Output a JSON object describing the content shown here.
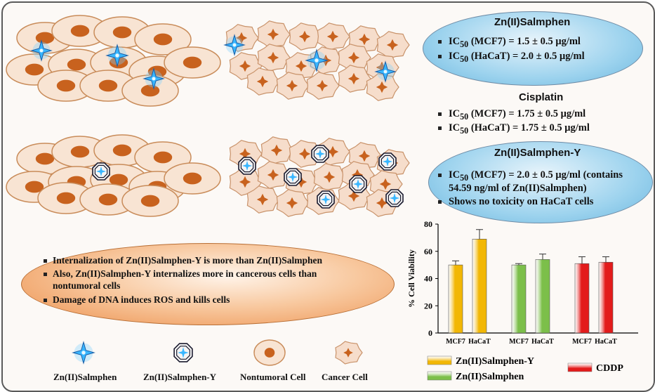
{
  "zn": {
    "title": "Zn(II)Salmphen",
    "l1": "IC50 (MCF7)   = 1.5 ± 0.5 μg/ml",
    "l1_a": "IC",
    "l1_sub": "50",
    "l1_b": " (MCF7)    =  1.5 ± 0.5 μg/ml",
    "l2_a": "IC",
    "l2_sub": "50",
    "l2_b": " (HaCaT)  =  2.0 ± 0.5 μg/ml"
  },
  "cis": {
    "title": "Cisplatin",
    "l1_a": "IC",
    "l1_sub": "50",
    "l1_b": " (MCF7)    =   1.75 ± 0.5 μg/ml",
    "l2_a": "IC",
    "l2_sub": "50",
    "l2_b": " (HaCaT)   =   1.75 ± 0.5 μg/ml"
  },
  "zny": {
    "title": "Zn(II)Salmphen-Y",
    "l1_a": "IC",
    "l1_sub": "50",
    "l1_b": " (MCF7) = 2.0 ± 0.5 μg/ml (contains",
    "l1_c": "54.59 ng/ml of Zn(II)Salmphen)",
    "l2": "Shows no toxicity on HaCaT cells"
  },
  "summary": {
    "b1": "Internalization of Zn(II)Salmphen-Y is more than Zn(II)Salmphen",
    "b2a": "Also, Zn(II)Salmphen-Y internalizes more in cancerous cells than",
    "b2b": "nontumoral cells",
    "b3": "Damage of DNA induces ROS and kills cells"
  },
  "legend": {
    "zn": "Zn(II)Salmphen",
    "zny": "Zn(II)Salmphen-Y",
    "nontumoral": "Nontumoral Cell",
    "cancer": "Cancer Cell"
  },
  "colors": {
    "cell_fill": "#f8e4d3",
    "nucleus": "#c8621e",
    "star": "#38b6ff",
    "zny_bar": "#f2b705",
    "zn_bar": "#7cbf4a",
    "cddp_bar": "#e31b1b"
  },
  "chart_data": {
    "type": "bar",
    "ylabel": "% Cell Viability",
    "ylim": [
      0,
      80
    ],
    "yticks": [
      0,
      20,
      40,
      60,
      80
    ],
    "groups": [
      {
        "name": "Zn(II)Salmphen-Y",
        "color": "#f2b705",
        "categories": [
          "MCF7",
          "HaCaT"
        ],
        "values": [
          50,
          69
        ],
        "errors": [
          3,
          7
        ]
      },
      {
        "name": "Zn(II)Salmphen",
        "color": "#7cbf4a",
        "categories": [
          "MCF7",
          "HaCaT"
        ],
        "values": [
          50,
          54
        ],
        "errors": [
          1,
          4
        ]
      },
      {
        "name": "CDDP",
        "color": "#e31b1b",
        "categories": [
          "MCF7",
          "HaCaT"
        ],
        "values": [
          51,
          52
        ],
        "errors": [
          5,
          4
        ]
      }
    ],
    "legend": [
      "Zn(II)Salmphen-Y",
      "Zn(II)Salmphen",
      "CDDP"
    ]
  }
}
